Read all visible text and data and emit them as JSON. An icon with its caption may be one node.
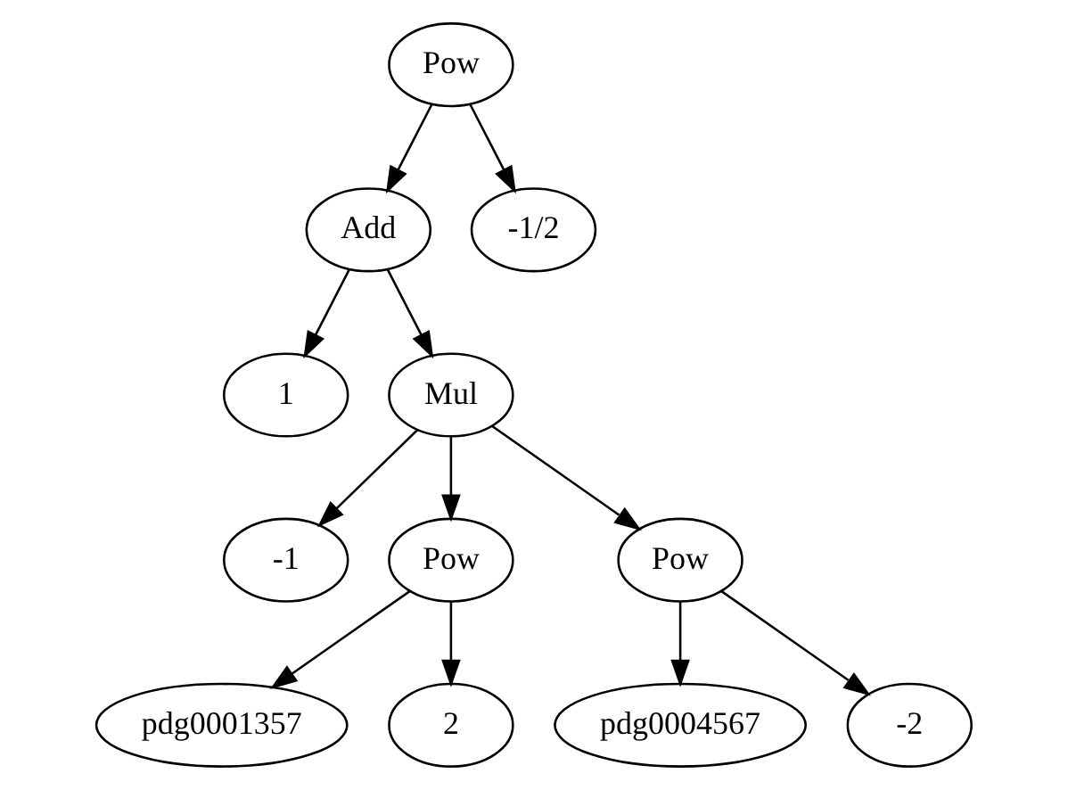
{
  "diagram": {
    "nodes": [
      {
        "text": [
          "Pow"
        ]
      },
      {
        "text": [
          "Add"
        ]
      },
      {
        "text": [
          "-1/2"
        ]
      },
      {
        "text": [
          "1"
        ]
      },
      {
        "text": [
          "Mul"
        ]
      },
      {
        "text": [
          "-1"
        ]
      },
      {
        "text": [
          "Pow"
        ]
      },
      {
        "text": [
          "Pow"
        ]
      },
      {
        "text": [
          "pdg0001357"
        ]
      },
      {
        "text": [
          "2"
        ]
      },
      {
        "text": [
          "pdg0004567"
        ]
      },
      {
        "text": [
          "-2"
        ]
      }
    ],
    "edges": [
      {
        "from": 0,
        "to": 1,
        "arrow": "to"
      },
      {
        "from": 0,
        "to": 2,
        "arrow": "to"
      },
      {
        "from": 1,
        "to": 3,
        "arrow": "to"
      },
      {
        "from": 1,
        "to": 4,
        "arrow": "to"
      },
      {
        "from": 4,
        "to": 5,
        "arrow": "to"
      },
      {
        "from": 4,
        "to": 6,
        "arrow": "to"
      },
      {
        "from": 4,
        "to": 7,
        "arrow": "to"
      },
      {
        "from": 6,
        "to": 8,
        "arrow": "to"
      },
      {
        "from": 6,
        "to": 9,
        "arrow": "to"
      },
      {
        "from": 7,
        "to": 10,
        "arrow": "to"
      },
      {
        "from": 7,
        "to": 11,
        "arrow": "to"
      }
    ]
  }
}
